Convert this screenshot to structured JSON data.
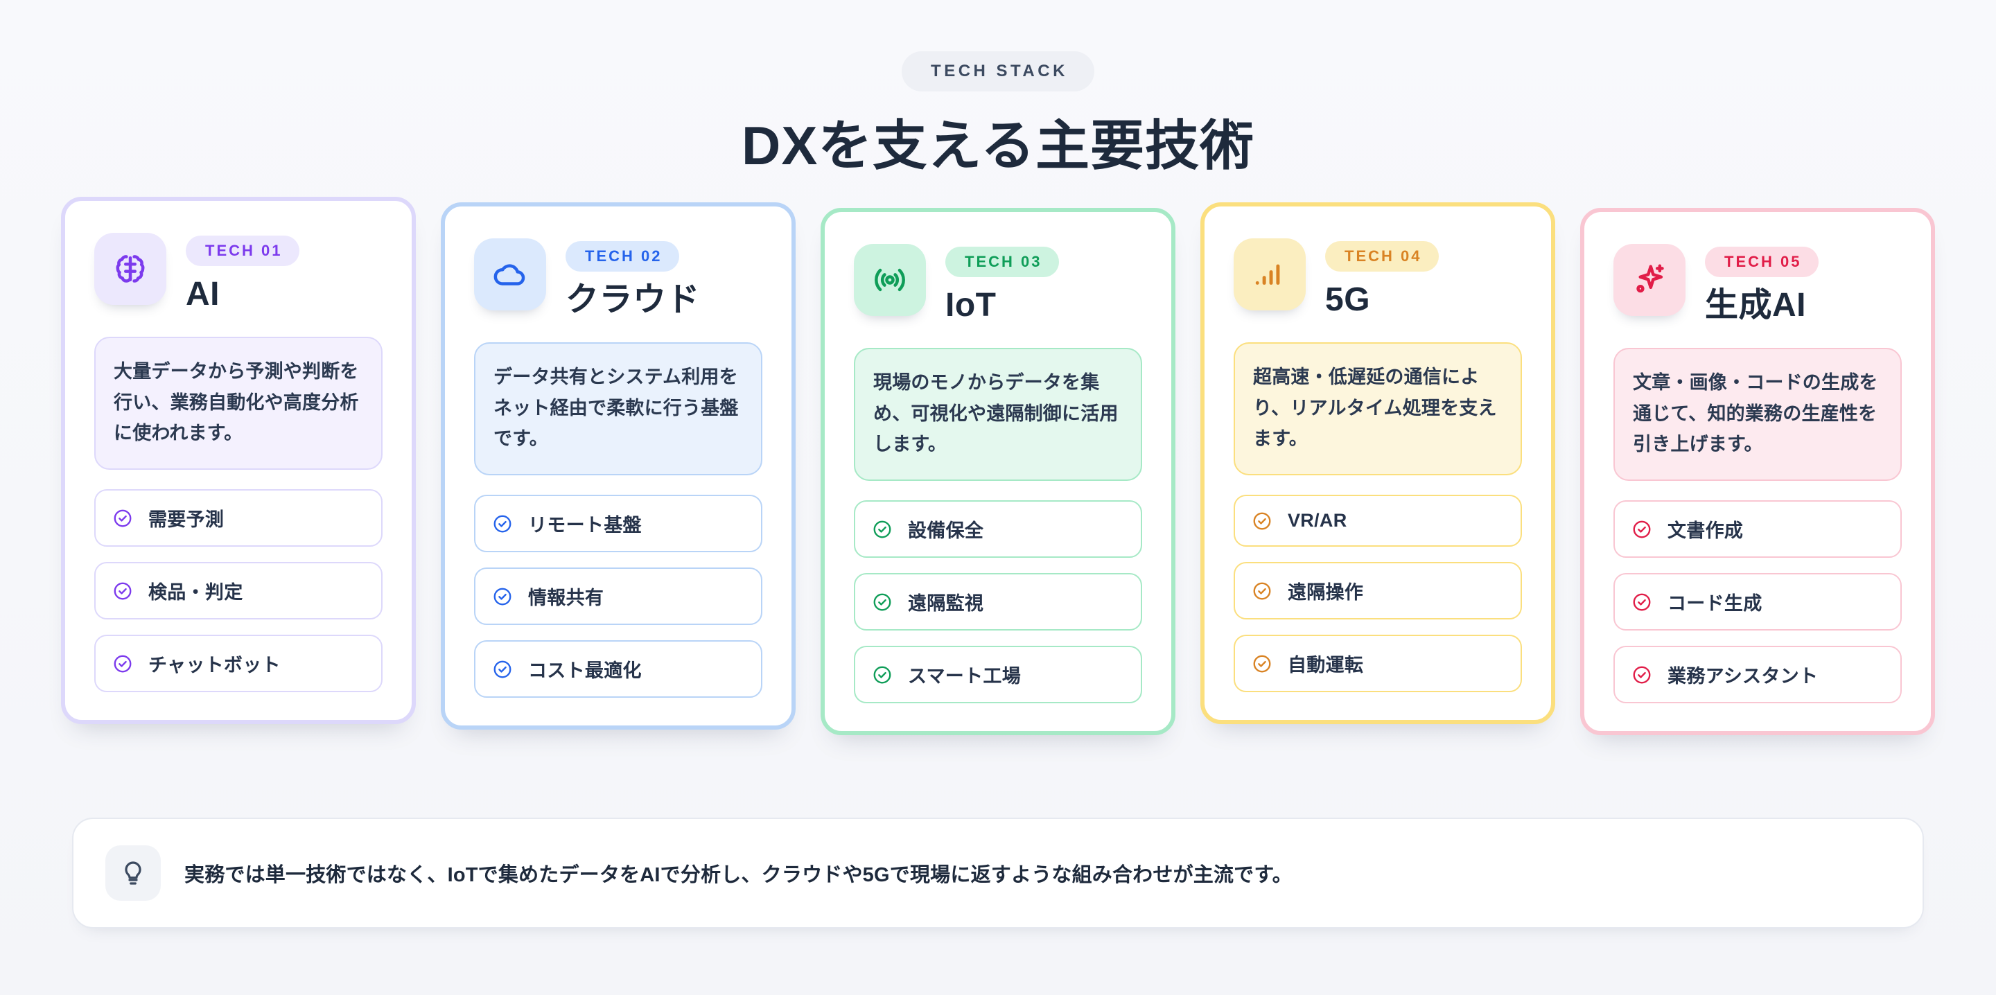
{
  "header": {
    "eyebrow": "TECH STACK",
    "title": "DXを支える主要技術"
  },
  "cards": [
    {
      "badge": "TECH 01",
      "title": "AI",
      "icon": "brain-icon",
      "accent": "#7c3aed",
      "border": "#ddd8fb",
      "tile_bg": "#ece8fd",
      "badge_bg": "#ece8fd",
      "desc_bg": "#f4f1fe",
      "desc_border": "#ddd8fb",
      "desc": "大量データから予測や判断を行い、業務自動化や高度分析に使われます。",
      "tags": [
        "需要予測",
        "検品・判定",
        "チャットボット"
      ]
    },
    {
      "badge": "TECH 02",
      "title": "クラウド",
      "icon": "cloud-icon",
      "accent": "#2563eb",
      "border": "#b9d4f7",
      "tile_bg": "#dbe9fd",
      "badge_bg": "#dbe9fd",
      "desc_bg": "#eaf2fd",
      "desc_border": "#b9d4f7",
      "desc": "データ共有とシステム利用をネット経由で柔軟に行う基盤です。",
      "tags": [
        "リモート基盤",
        "情報共有",
        "コスト最適化"
      ]
    },
    {
      "badge": "TECH 03",
      "title": "IoT",
      "icon": "signal-wave-icon",
      "accent": "#0f9d58",
      "border": "#a6e9c6",
      "tile_bg": "#cdf3e0",
      "badge_bg": "#cdf3e0",
      "desc_bg": "#e4f8ee",
      "desc_border": "#a6e9c6",
      "desc": "現場のモノからデータを集め、可視化や遠隔制御に活用します。",
      "tags": [
        "設備保全",
        "遠隔監視",
        "スマート工場"
      ]
    },
    {
      "badge": "TECH 04",
      "title": "5G",
      "icon": "signal-bars-icon",
      "accent": "#d98324",
      "border": "#fbdf7e",
      "tile_bg": "#fbeec0",
      "badge_bg": "#fbeec0",
      "desc_bg": "#fdf6dd",
      "desc_border": "#fbdf7e",
      "desc": "超高速・低遅延の通信により、リアルタイム処理を支えます。",
      "tags": [
        "VR/AR",
        "遠隔操作",
        "自動運転"
      ]
    },
    {
      "badge": "TECH 05",
      "title": "生成AI",
      "icon": "sparkle-icon",
      "accent": "#e11d48",
      "border": "#f9c6d2",
      "tile_bg": "#fcdde5",
      "badge_bg": "#fcdde5",
      "desc_bg": "#fdeaef",
      "desc_border": "#f9c6d2",
      "desc": "文章・画像・コードの生成を通じて、知的業務の生産性を引き上げます。",
      "tags": [
        "文書作成",
        "コード生成",
        "業務アシスタント"
      ]
    }
  ],
  "footnote": {
    "icon": "lightbulb-icon",
    "text": "実務では単一技術ではなく、IoTで集めたデータをAIで分析し、クラウドや5Gで現場に返すような組み合わせが主流です。"
  }
}
